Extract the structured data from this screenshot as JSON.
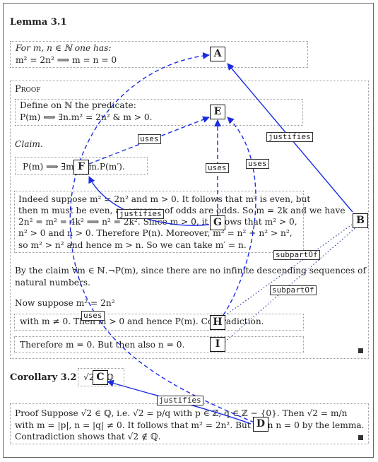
{
  "lemma": {
    "heading": "Lemma 3.1",
    "statement_line1": "For m, n ∈ ℕ one has:",
    "statement_line2": "m² = 2n² ⟹ m = n = 0"
  },
  "proof": {
    "heading": "Proof",
    "define_line1": "Define on ℕ the predicate:",
    "define_line2": "P(m) ⟺ ∃n.m² = 2n² & m > 0.",
    "claim_label": "Claim.",
    "claim_statement": "P(m) ⟹ ∃m′ < m.P(m′).",
    "para_lines": [
      "Indeed suppose m² = 2n² and m > 0. It follows that m² is even, but",
      "then m must be even, as squares of odds are odds. So m = 2k and we have",
      "2n² = m² = 4k² ⟹ n² = 2k². Since m > 0, it follows that m² > 0,",
      "n² > 0 and n > 0. Therefore P(n). Moreover, m² = n² + n² > n²,",
      "so m² > n² and hence m > n. So we can take m′ = n."
    ],
    "claim_conclusion_line1": "By the claim ∀m ∈ ℕ.¬P(m), since there are no infinite descending sequences of",
    "claim_conclusion_line2": "natural numbers.",
    "now_suppose": "Now suppose m² = 2n²",
    "with_line": "with m ≠ 0. Then m > 0 and hence P(m). Contradiction.",
    "therefore_line": "Therefore m = 0. But then also n = 0."
  },
  "corollary": {
    "heading": "Corollary 3.2",
    "statement": "√2 ∉ ℚ",
    "proof_line1": "Proof  Suppose √2 ∈ ℚ, i.e. √2 = p/q with p ∈ ℤ, q ∈ ℤ − {0}. Then √2 = m/n",
    "proof_line2": "with m = |p|, n = |q| ≠ 0. It follows that m² = 2n². But then n = 0 by the lemma.",
    "proof_line3": "Contradiction shows that √2 ∉ ℚ."
  },
  "nodes": [
    "A",
    "B",
    "C",
    "D",
    "E",
    "F",
    "G",
    "H",
    "I"
  ],
  "edge_labels": {
    "justifies": "justifies",
    "uses": "uses",
    "subpartOf": "subpartOf"
  },
  "colors": {
    "edge_blue": "#1a2be6",
    "dotted_edge": "#2a3fa0",
    "frame": "#666666"
  }
}
